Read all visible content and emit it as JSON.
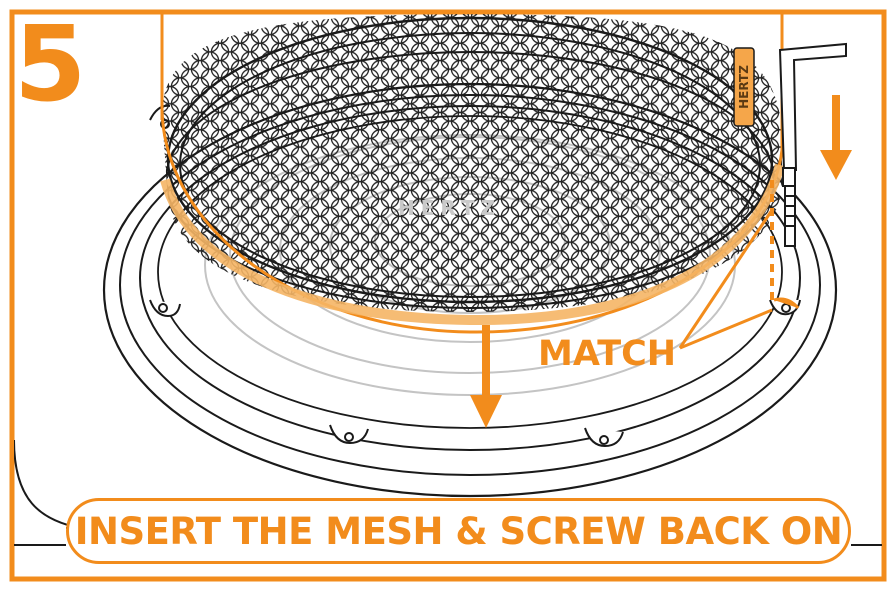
{
  "step": {
    "number": "5"
  },
  "callout": {
    "match_label": "MATCH"
  },
  "caption": {
    "text": "INSERT THE MESH & SCREW BACK ON"
  },
  "brand": {
    "tag_text": "HERTZ",
    "cone_text": "HERTZ"
  },
  "colors": {
    "accent": "#f28c1c",
    "line": "#1a1a1a",
    "grey_line": "#b5b5b5"
  },
  "icons": [
    "hex-key-icon",
    "down-arrow-icon"
  ]
}
